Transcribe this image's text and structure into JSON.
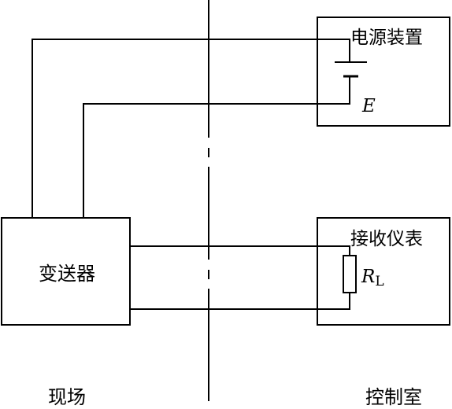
{
  "diagram": {
    "field_area_label": "现场",
    "control_room_label": "控制室",
    "transmitter": {
      "label": "变送器"
    },
    "power_supply": {
      "label": "电源装置",
      "emf_symbol": "E"
    },
    "receiver": {
      "label": "接收仪表",
      "resistor_symbol": "R",
      "resistor_subscript": "L"
    }
  }
}
